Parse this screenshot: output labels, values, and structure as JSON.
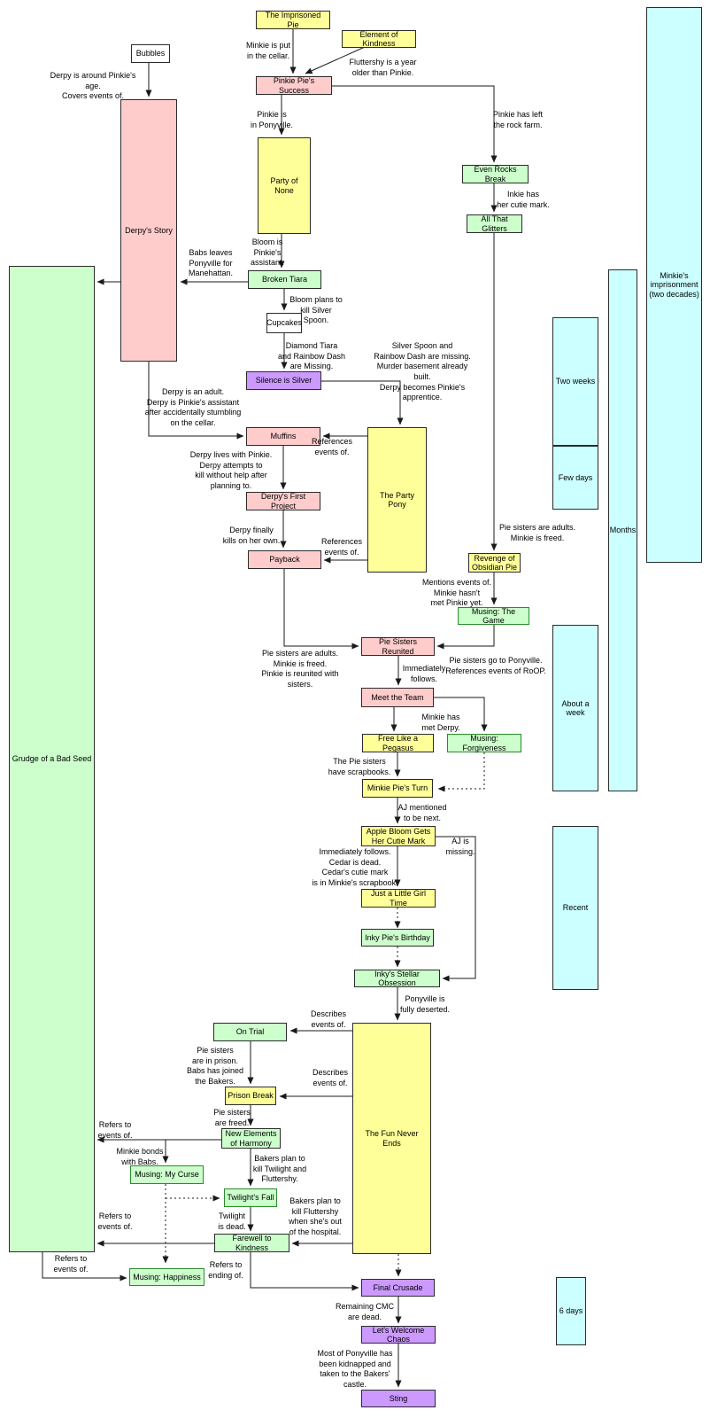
{
  "nodes": {
    "imprisoned_pie": {
      "label": "The Imprisoned Pie"
    },
    "element_kindness": {
      "label": "Element of Kindness"
    },
    "pinkie_success": {
      "label": "Pinkie Pie's Success"
    },
    "bubbles": {
      "label": "Bubbles"
    },
    "derpys_story": {
      "label": "Derpy's Story"
    },
    "party_of_none": {
      "label": "Party of None"
    },
    "even_rocks": {
      "label": "Even Rocks Break"
    },
    "all_glitters": {
      "label": "All That Glitters"
    },
    "broken_tiara": {
      "label": "Broken Tiara"
    },
    "cupcakes": {
      "label": "Cupcakes"
    },
    "silence_silver": {
      "label": "Silence is Silver"
    },
    "muffins": {
      "label": "Muffins"
    },
    "party_pony": {
      "label": "The Party Pony"
    },
    "first_project": {
      "label": "Derpy's First Project"
    },
    "payback": {
      "label": "Payback"
    },
    "revenge_obsidian": {
      "label": "Revenge of\nObsidian Pie"
    },
    "musing_game": {
      "label": "Musing: The Game"
    },
    "pie_sisters": {
      "label": "Pie Sisters Reunited"
    },
    "meet_team": {
      "label": "Meet the Team"
    },
    "free_pegasus": {
      "label": "Free Like a Pegasus"
    },
    "musing_forgive": {
      "label": "Musing: Forgiveness"
    },
    "minkie_turn": {
      "label": "Minkie Pie's Turn"
    },
    "apple_bloom": {
      "label": "Apple Bloom Gets\nHer Cutie Mark"
    },
    "girl_time": {
      "label": "Just a Little Girl Time"
    },
    "inky_birthday": {
      "label": "Inky Pie's Birthday"
    },
    "stellar": {
      "label": "Inky's Stellar Obsession"
    },
    "fun_never_ends": {
      "label": "The Fun Never Ends"
    },
    "on_trial": {
      "label": "On Trial"
    },
    "prison_break": {
      "label": "Prison Break"
    },
    "new_elements": {
      "label": "New Elements\nof Harmony"
    },
    "musing_curse": {
      "label": "Musing: My Curse"
    },
    "twilights_fall": {
      "label": "Twilight's Fall"
    },
    "farewell": {
      "label": "Farewell to Kindness"
    },
    "musing_happy": {
      "label": "Musing: Happiness"
    },
    "final_crusade": {
      "label": "Final Crusade"
    },
    "welcome_chaos": {
      "label": "Let's Welcome Chaos"
    },
    "sting": {
      "label": "Sting"
    },
    "grudge": {
      "label": "Grudge of a Bad Seed"
    }
  },
  "timeline": {
    "minkie_imprisonment": {
      "label": "Minkie's\nimprisonment\n(two decades)"
    },
    "months": {
      "label": "Months"
    },
    "two_weeks": {
      "label": "Two weeks"
    },
    "few_days": {
      "label": "Few days"
    },
    "about_week": {
      "label": "About a\nweek"
    },
    "recent": {
      "label": "Recent"
    },
    "six_days": {
      "label": "6 days"
    }
  },
  "annotations": {
    "minkie_cellar": {
      "text": "Minkie is put\nin the cellar."
    },
    "fluttershy_older": {
      "text": "Fluttershy is a year\nolder than Pinkie."
    },
    "derpy_age": {
      "text": "Derpy is around Pinkie's age.\nCovers events of."
    },
    "pinkie_ponyville": {
      "text": "Pinkie is\nin Ponyville."
    },
    "left_rock_farm": {
      "text": "Pinkie has left\nthe rock farm."
    },
    "inkie_cutie": {
      "text": "Inkie has\nher cutie mark."
    },
    "bloom_assistant": {
      "text": "Bloom is\nPinkie's\nassistant."
    },
    "babs_leaves": {
      "text": "Babs leaves\nPonyville for\nManehattan."
    },
    "bloom_plans": {
      "text": "Bloom plans to\nkill Silver Spoon."
    },
    "diamond_missing": {
      "text": "Diamond Tiara\nand Rainbow Dash\nare Missing."
    },
    "silver_missing": {
      "text": "Silver Spoon and\nRainbow Dash are missing.\nMurder basement already built.\nDerpy becomes Pinkie's\napprentice."
    },
    "derpy_adult": {
      "text": "Derpy is an adult.\nDerpy is Pinkie's assistant\nafter accidentally stumbling\non the cellar."
    },
    "ref_muffins": {
      "text": "References\nevents of."
    },
    "derpy_lives": {
      "text": "Derpy lives with Pinkie.\nDerpy attempts to\nkill without help after\nplanning to."
    },
    "derpy_finally": {
      "text": "Derpy finally\nkills on her own."
    },
    "ref_payback": {
      "text": "References\nevents of."
    },
    "adults_freed_r": {
      "text": "Pie sisters are adults.\nMinkie is freed."
    },
    "mentions_game": {
      "text": "Mentions events of.\nMinkie hasn't\nmet Pinkie yet."
    },
    "adults_freed_l": {
      "text": "Pie sisters are adults.\nMinkie is freed.\nPinkie is reunited with sisters."
    },
    "go_ponyville": {
      "text": "Pie sisters go to Ponyville.\nReferences events of RoOP."
    },
    "imm_follows": {
      "text": "Immediately\nfollows."
    },
    "met_derpy": {
      "text": "Minkie has\nmet Derpy."
    },
    "scrapbooks": {
      "text": "The Pie sisters\nhave scrapbooks."
    },
    "aj_next": {
      "text": "AJ mentioned\nto be next."
    },
    "aj_missing": {
      "text": "AJ is\nmissing."
    },
    "cedar": {
      "text": "Immediately follows.\nCedar is dead.\nCedar's cutie mark\nis in Minkie's scrapbook."
    },
    "deserted": {
      "text": "Ponyville is\nfully deserted."
    },
    "describes1": {
      "text": "Describes\nevents of."
    },
    "prison": {
      "text": "Pie sisters\nare in prison.\nBabs has joined\nthe Bakers."
    },
    "describes2": {
      "text": "Describes\nevents of."
    },
    "freed": {
      "text": "Pie sisters\nare freed."
    },
    "refers1": {
      "text": "Refers to\nevents of."
    },
    "bonds": {
      "text": "Minkie bonds\nwith Babs."
    },
    "bakers_twilight": {
      "text": "Bakers plan to\nkill Twilight and\nFluttershy."
    },
    "bakers_fluttershy": {
      "text": "Bakers plan to\nkill Fluttershy\nwhen she's out\nof the hospital."
    },
    "twilight_dead": {
      "text": "Twilight\nis dead."
    },
    "refers2": {
      "text": "Refers to\nevents of."
    },
    "refers_ending": {
      "text": "Refers to\nending of."
    },
    "refers3": {
      "text": "Refers to\nevents of."
    },
    "cmc_dead": {
      "text": "Remaining CMC\nare dead."
    },
    "kidnapped": {
      "text": "Most of Ponyville has\nbeen kidnapped and\ntaken to the Bakers'\ncastle."
    }
  },
  "colors": {
    "yellow": "#FFFF99",
    "pink": "#FFCCCC",
    "green": "#CCFFCC",
    "purple": "#CC99FF",
    "cyan": "#CCFFFF",
    "white": "#FFFFFF",
    "edge": "#1A1A1A"
  }
}
